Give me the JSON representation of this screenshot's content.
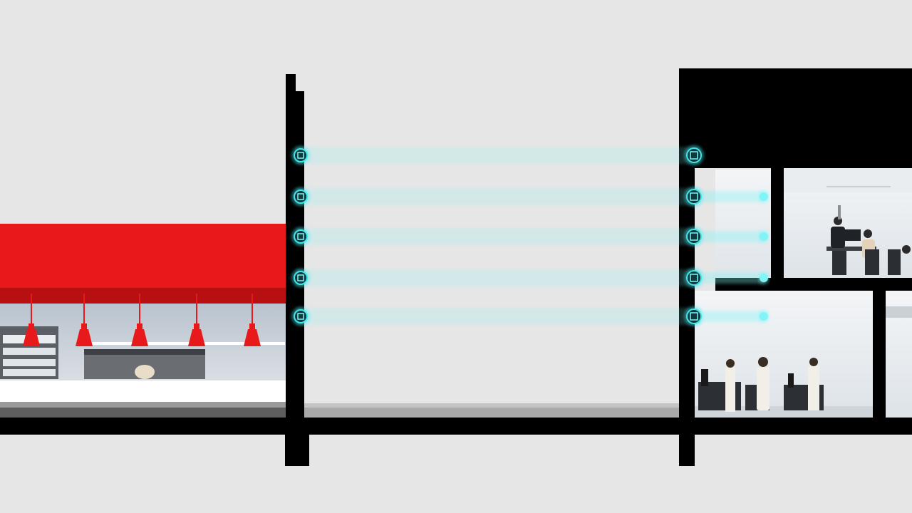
{
  "diagram": {
    "style": "building cross-section",
    "colors": {
      "background": "#e6e6e6",
      "structure": "#000000",
      "awning": "#e8191a",
      "awning_shadow": "#b80f12",
      "pendant_lamp": "#e8191a",
      "connection_beam": "#3fe6ea",
      "connection_glow": "#7ff5f7",
      "interior_wall": "#c9d0d6",
      "floor_light": "#ffffff"
    },
    "sections": [
      {
        "name": "storefront",
        "icons": [
          "pendant-lamp-icon",
          "pendant-lamp-icon",
          "pendant-lamp-icon",
          "pendant-lamp-icon",
          "pendant-lamp-icon"
        ]
      },
      {
        "name": "connection-gap",
        "beams": 5
      },
      {
        "name": "office-building",
        "rooms": [
          "upper-office",
          "lower-lab",
          "side-room"
        ]
      }
    ],
    "connector_icons": [
      "lock-icon",
      "door-icon",
      "lock-icon",
      "door-icon",
      "lock-icon"
    ]
  }
}
